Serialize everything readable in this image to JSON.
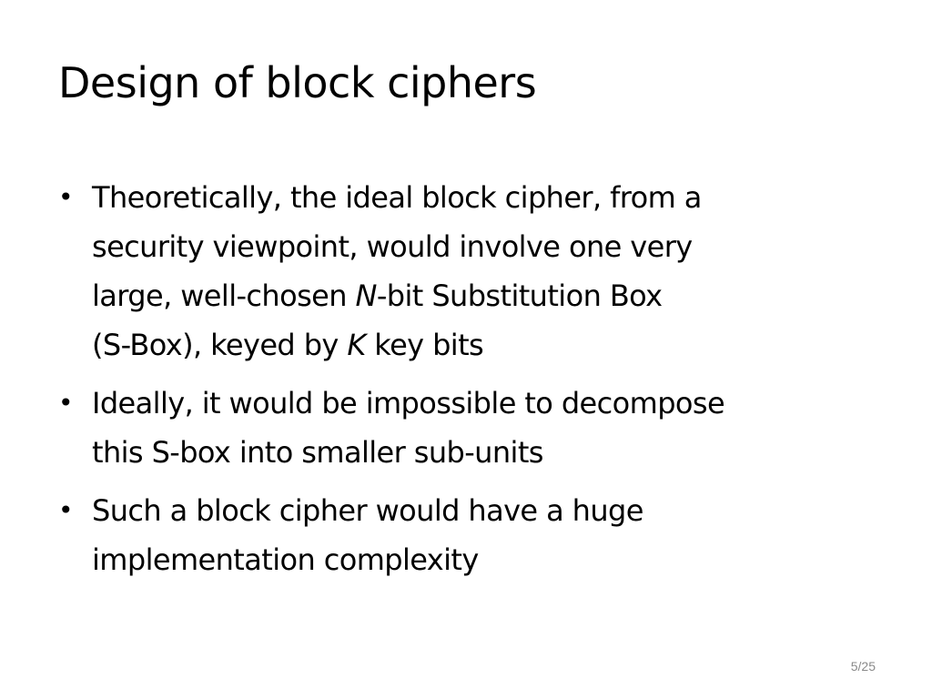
{
  "slide": {
    "title": "Design of block ciphers",
    "bullets": [
      {
        "lines": [
          [
            "Theoretically, the ideal block cipher, from a"
          ],
          [
            "security viewpoint, would involve one very"
          ],
          [
            "large, well-chosen ",
            "N",
            "-bit Substitution Box"
          ],
          [
            "(S-Box), keyed by ",
            "K",
            " key bits"
          ]
        ]
      },
      {
        "lines": [
          [
            "Ideally, it would be impossible to decompose"
          ],
          [
            "this S-box into smaller sub-units"
          ]
        ]
      },
      {
        "lines": [
          [
            "Such a block cipher would have a huge"
          ],
          [
            "implementation complexity"
          ]
        ]
      }
    ],
    "bullet_symbol": "•",
    "page_number": "5/25"
  }
}
